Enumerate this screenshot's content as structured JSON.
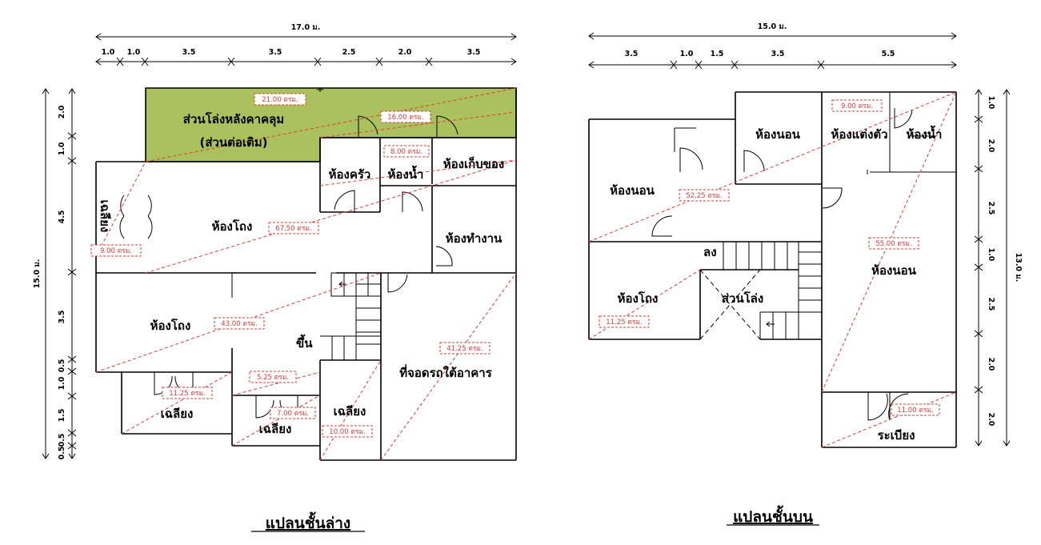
{
  "lower_plan": {
    "title": "แปลนชั้นล่าง",
    "total_width": "17.0 ม.",
    "total_depth": "15.0 ม.",
    "top_dims": [
      "1.0",
      "1.0",
      "3.5",
      "3.5",
      "2.5",
      "2.0",
      "3.5"
    ],
    "left_dims": [
      "2.0",
      "1.0",
      "4.5",
      "3.5",
      "0.5",
      "1.0",
      "1.5",
      "0.5",
      "0.5"
    ],
    "rooms": {
      "patio_l1": "ส่วนโล่งหลังคาคลุม",
      "patio_l2": "(ส่วนต่อเติม)",
      "kitchen": "ห้องครัว",
      "bath": "ห้องน้ำ",
      "storage": "ห้องเก็บของ",
      "hall_upper": "ห้องโถง",
      "office": "ห้องทำงาน",
      "side_porch": "เฉลียง",
      "hall_lower": "ห้องโถง",
      "stair_up": "ขึ้น",
      "parking": "ที่จอดรถใต้อาคาร",
      "porch1": "เฉลียง",
      "porch2": "เฉลียง",
      "porch3": "เฉลียง"
    },
    "areas": {
      "patio": "21.00 ตรม.",
      "kitchen_zone": "16.00 ตรม.",
      "bath_zone": "8.00 ตรม.",
      "hall_upper": "67.50 ตรม.",
      "side_porch": "9.00 ตรม.",
      "hall_lower": "43.00 ตรม.",
      "parking": "41.25 ตรม.",
      "porch_mid": "5.25 ตรม.",
      "porch1": "11.25 ตรม.",
      "porch2": "7.00 ตรม.",
      "porch3": "10.00 ตรม."
    }
  },
  "upper_plan": {
    "title": "แปลนชั้นบน",
    "total_width": "15.0 ม.",
    "total_depth": "13.0 ม.",
    "top_dims": [
      "3.5",
      "1.0",
      "1.5",
      "3.5",
      "5.5"
    ],
    "right_dims": [
      "1.0",
      "2.0",
      "2.5",
      "1.0",
      "2.5",
      "2.0",
      "2.0"
    ],
    "rooms": {
      "bedroom_left": "ห้องนอน",
      "bedroom_mid": "ห้องนอน",
      "dressing": "ห้องแต่งตัว",
      "bath": "ห้องน้ำ",
      "bedroom_right": "ห้องนอน",
      "hall": "ห้องโถง",
      "void": "ส่วนโล่ง",
      "stair_down": "ลง",
      "balcony": "ระเบียง"
    },
    "areas": {
      "master": "9.00 ตรม.",
      "bedrooms": "52.25 ตรม.",
      "bedroom_right": "55.00 ตรม.",
      "hall": "11.25 ตรม.",
      "balcony": "11.00 ตรม."
    }
  },
  "colors": {
    "patio_fill": "#a9c25d",
    "area_red": "#e53935"
  }
}
